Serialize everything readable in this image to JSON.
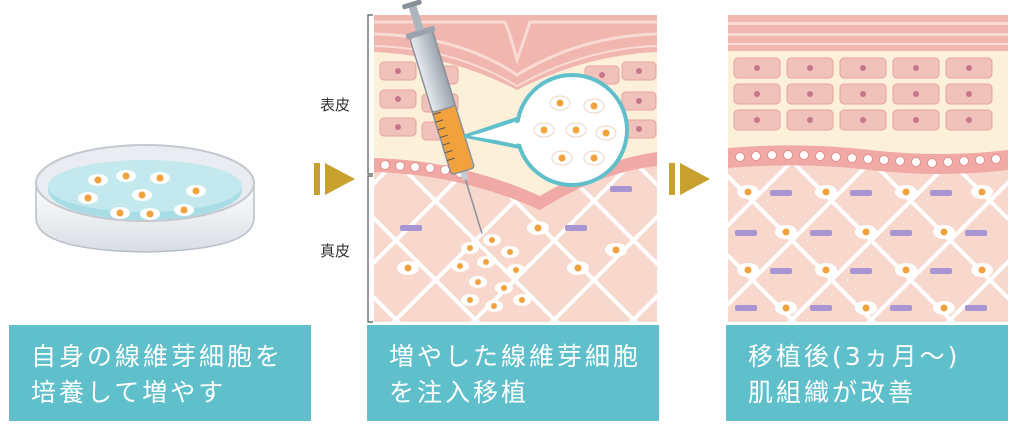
{
  "labels": {
    "epidermis": "表皮",
    "dermis": "真皮"
  },
  "steps": [
    {
      "line1": "自身の線維芽細胞を",
      "line2": "培養して増やす"
    },
    {
      "line1": "増やした線維芽細胞",
      "line2": "を注入移植"
    },
    {
      "line1": "移植後(3ヵ月〜)",
      "line2": "肌組織が改善"
    }
  ],
  "colors": {
    "caption_bg": "#5fc0cc",
    "arrow": "#c8a02e",
    "cell_orange": "#f2a23c",
    "skin_pink": "#f4cbbd",
    "collagen_purple": "#a995d2"
  },
  "icons": [
    "petri-dish-icon",
    "arrow-right-icon",
    "syringe-icon",
    "magnifier-bubble-icon"
  ]
}
